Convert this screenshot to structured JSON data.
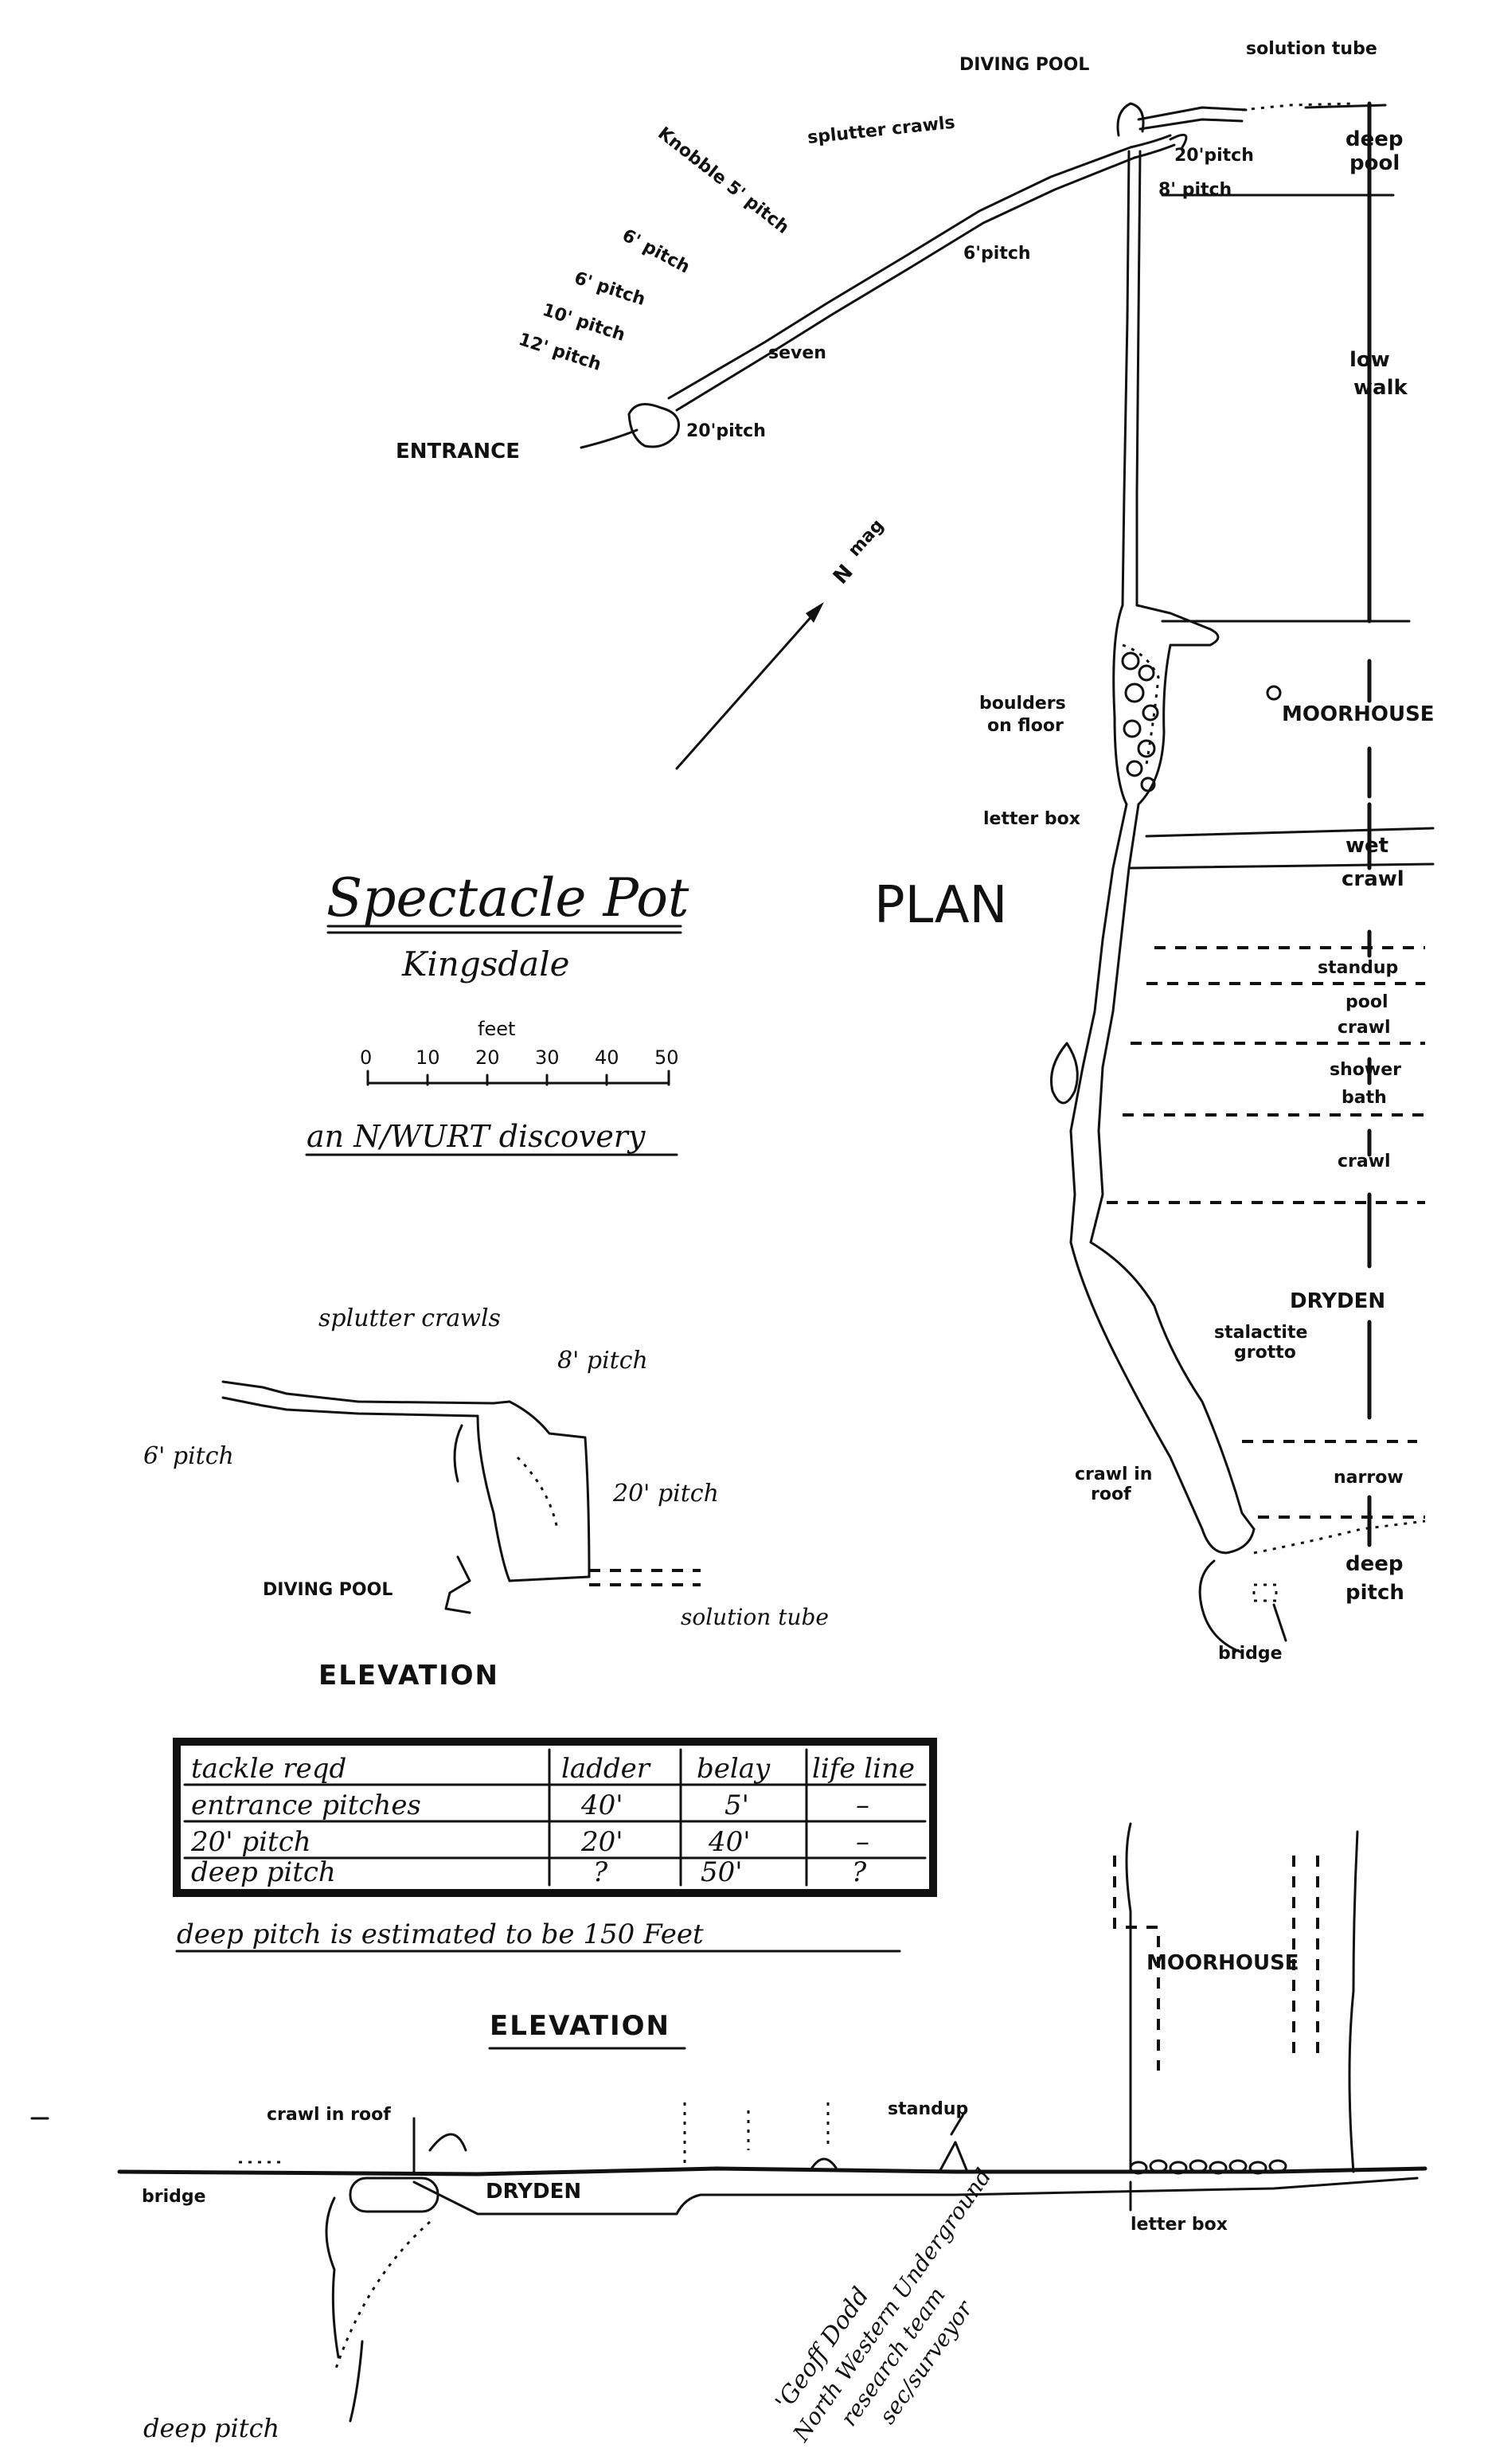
{
  "title": "Spectacle Pot",
  "subtitle": "Kingsdale",
  "plan_heading": "PLAN",
  "credit": "an N/WURT discovery",
  "north": {
    "label": "N",
    "sub": "mag"
  },
  "scale": {
    "unit": "feet",
    "ticks": [
      "0",
      "10",
      "20",
      "30",
      "40",
      "50"
    ]
  },
  "plan_labels": {
    "entrance": "ENTRANCE",
    "pitch20": "20'pitch",
    "pitch12": "12' pitch",
    "pitch10": "10' pitch",
    "pitch6a": "6' pitch",
    "pitch6b": "6' pitch",
    "knobble": "Knobble 5' pitch",
    "seven": "seven",
    "pitch6c": "6'pitch",
    "splutter": "splutter crawls",
    "diving_pool": "DIVING POOL",
    "solution_tube": "solution tube",
    "pitch20b": "20'pitch",
    "pitch8": "8' pitch",
    "boulders1": "boulders",
    "boulders2": "on floor",
    "letter_box": "letter box",
    "stalactite1": "stalactite",
    "stalactite2": "grotto",
    "crawl_roof1": "crawl in",
    "crawl_roof2": "roof",
    "bridge": "bridge"
  },
  "plan_side": {
    "deep_pool1": "deep",
    "deep_pool2": "pool",
    "low_walk1": "low",
    "low_walk2": "walk",
    "moorhouse": "MOORHOUSE",
    "wet_crawl1": "wet",
    "wet_crawl2": "crawl",
    "standup": "standup",
    "pool_crawl1": "pool",
    "pool_crawl2": "crawl",
    "shower1": "shower",
    "shower2": "bath",
    "crawl": "crawl",
    "dryden": "DRYDEN",
    "narrow": "narrow",
    "deep_pitch1": "deep",
    "deep_pitch2": "pitch"
  },
  "elev1": {
    "heading": "ELEVATION",
    "splutter": "splutter crawls",
    "pitch8": "8' pitch",
    "pitch6": "6' pitch",
    "pitch20": "20' pitch",
    "diving_pool": "DIVING POOL",
    "solution_tube": "solution tube"
  },
  "tackle": {
    "headers": [
      "tackle reqd",
      "ladder",
      "belay",
      "life line"
    ],
    "rows": [
      [
        "entrance pitches",
        "40'",
        "5'",
        "–"
      ],
      [
        "20' pitch",
        "20'",
        "40'",
        "–"
      ],
      [
        "deep pitch",
        "?",
        "50'",
        "?"
      ]
    ],
    "note": "deep pitch is estimated to be 150 Feet"
  },
  "elev2": {
    "heading": "ELEVATION",
    "crawl_roof": "crawl in roof",
    "standup": "standup",
    "bridge": "bridge",
    "dryden": "DRYDEN",
    "moorhouse": "MOORHOUSE",
    "letter_box": "letter box",
    "deep_pitch": "deep pitch"
  },
  "signature": {
    "line1": "'Geoff Dodd",
    "line2": "North Western Underground",
    "line3": "research team",
    "line4": "sec/surveyor"
  }
}
